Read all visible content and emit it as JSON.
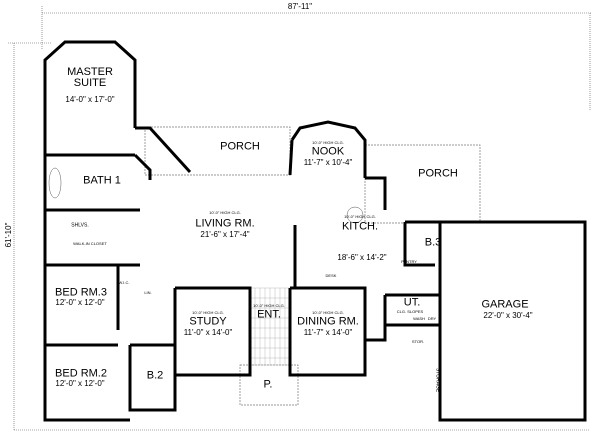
{
  "dimensions": {
    "width": "87'-11\"",
    "depth": "61'-10\""
  },
  "rooms": {
    "master_suite": {
      "name_line1": "MASTER",
      "name_line2": "SUITE",
      "size": "14'-0\" x 17'-0\""
    },
    "porch_left": {
      "name": "PORCH"
    },
    "nook": {
      "name": "NOOK",
      "size": "11'-7\" x 10'-4\"",
      "ceiling": "10'-0\" HIGH CLG."
    },
    "porch_right": {
      "name": "PORCH"
    },
    "bath1": {
      "name": "BATH 1"
    },
    "living": {
      "name": "LIVING RM.",
      "size": "21'-6\" x 17'-4\"",
      "ceiling": "10'-0\" HIGH CLG."
    },
    "kitchen": {
      "name": "KITCH.",
      "size": "18'-6\" x 14'-2\"",
      "ceiling": "10'-0\" HIGH CLG."
    },
    "b3": {
      "name": "B.3"
    },
    "garage": {
      "name": "GARAGE",
      "size": "22'-0\" x 30'-4\""
    },
    "bed3": {
      "name": "BED RM.3",
      "size": "12'-0\" x 12'-0\""
    },
    "bed2": {
      "name": "BED RM.2",
      "size": "12'-0\" x 12'-0\""
    },
    "b2": {
      "name": "B.2"
    },
    "study": {
      "name": "STUDY",
      "size": "11'-0\" x 14'-0\"",
      "ceiling": "10'-0\" HIGH CLG."
    },
    "entry": {
      "name": "ENT.",
      "ceiling": "10'-0\" HIGH CLG."
    },
    "dining": {
      "name": "DINING RM.",
      "size": "11'-7\" x 14'-0\"",
      "ceiling": "10'-0\" HIGH CLG."
    },
    "utility": {
      "name": "UT.",
      "note": "CLG. SLOPES",
      "wash": "WASH",
      "dry": "DRY"
    },
    "patio": {
      "name": "P."
    }
  },
  "small_labels": {
    "walk_in_closet": "WALK-IN CLOSET",
    "shelves": "SHLVS.",
    "wic": "W.I.C.",
    "linen": "LIN.",
    "storage": "STORAGE",
    "stor": "STOR.",
    "desk": "DESK",
    "pantry": "PANTRY"
  }
}
